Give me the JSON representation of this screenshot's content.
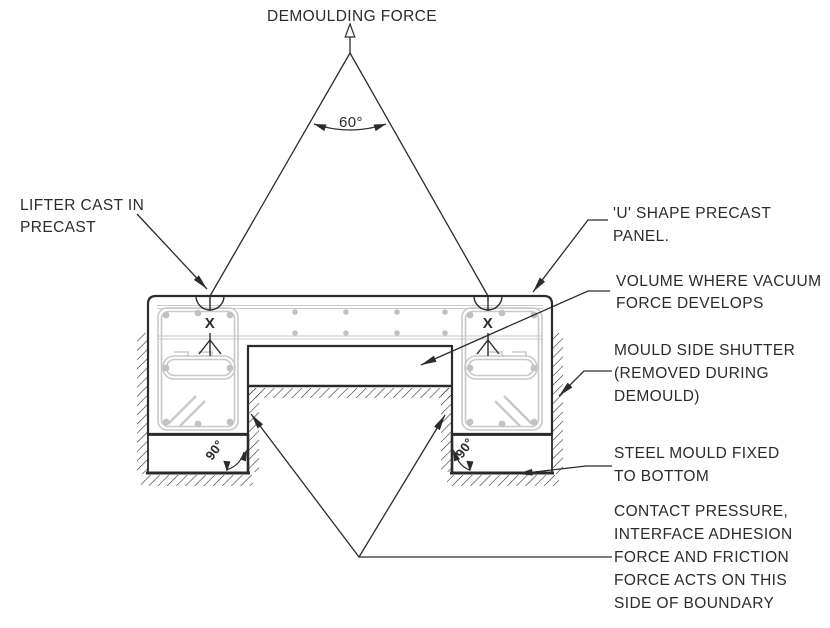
{
  "title": "U shape precast panel demoulding force diagram",
  "colors": {
    "line": "#2b2b2b",
    "rebar": "#c9c9c9",
    "background": "#ffffff"
  },
  "labels": {
    "demoulding_force": "DEMOULDING FORCE",
    "lifter": [
      "LIFTER CAST IN",
      "PRECAST"
    ],
    "u_shape": [
      "'U' SHAPE PRECAST",
      "PANEL."
    ],
    "vacuum": [
      "VOLUME WHERE VACUUM",
      "FORCE DEVELOPS"
    ],
    "side_shutter": [
      "MOULD SIDE SHUTTER",
      "(REMOVED DURING",
      "DEMOULD)"
    ],
    "steel_mould": [
      "STEEL MOULD FIXED",
      "TO BOTTOM"
    ],
    "contact": [
      "CONTACT PRESSURE,",
      "INTERFACE ADHESION",
      "FORCE AND FRICTION",
      "FORCE ACTS ON THIS",
      "SIDE OF BOUNDARY"
    ]
  },
  "annotations": {
    "sling_angle": "60°",
    "corner_angle_left": "90°",
    "corner_angle_right": "90°",
    "lifter_mark": "X"
  }
}
